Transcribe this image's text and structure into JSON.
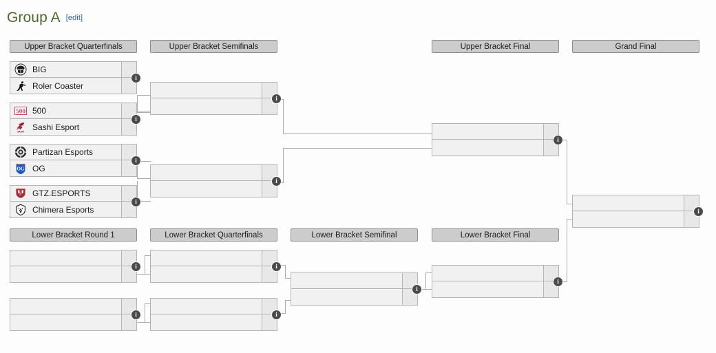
{
  "title": {
    "text": "Group A",
    "edit_label": "[edit]",
    "color": "#4a6b28",
    "edit_color": "#2a5db0"
  },
  "theme": {
    "header_bg": "#cccccc",
    "header_border": "#8d8d8d",
    "box_bg": "#f1f1f1",
    "box_border": "#b4b4b4",
    "score_bg": "#e8e8e8",
    "line_color": "#aaaaaa",
    "info_bg": "#4a4a4a"
  },
  "info_icon": {
    "glyph": "i",
    "name": "info-icon"
  },
  "rounds": [
    {
      "id": "ubqf",
      "label": "Upper Bracket Quarterfinals"
    },
    {
      "id": "ubsf",
      "label": "Upper Bracket Semifinals"
    },
    {
      "id": "ubf",
      "label": "Upper Bracket Final"
    },
    {
      "id": "gf",
      "label": "Grand Final"
    },
    {
      "id": "lbr1",
      "label": "Lower Bracket Round 1"
    },
    {
      "id": "lbqf",
      "label": "Lower Bracket Quarterfinals"
    },
    {
      "id": "lbsf",
      "label": "Lower Bracket Semifinal"
    },
    {
      "id": "lbf",
      "label": "Lower Bracket Final"
    }
  ],
  "matches": {
    "ubqf1": {
      "round": "Upper Bracket Quarterfinals",
      "top": {
        "team": "BIG",
        "logo": "big-logo",
        "score": ""
      },
      "bottom": {
        "team": "Roler Coaster",
        "logo": "roler-coaster-logo",
        "score": ""
      }
    },
    "ubqf2": {
      "round": "Upper Bracket Quarterfinals",
      "top": {
        "team": "500",
        "logo": "500-logo",
        "score": ""
      },
      "bottom": {
        "team": "Sashi Esport",
        "logo": "sashi-esport-logo",
        "score": ""
      }
    },
    "ubqf3": {
      "round": "Upper Bracket Quarterfinals",
      "top": {
        "team": "Partizan Esports",
        "logo": "partizan-esports-logo",
        "score": ""
      },
      "bottom": {
        "team": "OG",
        "logo": "og-logo",
        "score": ""
      }
    },
    "ubqf4": {
      "round": "Upper Bracket Quarterfinals",
      "top": {
        "team": "GTZ.ESPORTS",
        "logo": "gtz-esports-logo",
        "score": ""
      },
      "bottom": {
        "team": "Chimera Esports",
        "logo": "chimera-esports-logo",
        "score": ""
      }
    },
    "ubsf1": {
      "round": "Upper Bracket Semifinals",
      "top": {
        "team": "",
        "logo": "",
        "score": ""
      },
      "bottom": {
        "team": "",
        "logo": "",
        "score": ""
      }
    },
    "ubsf2": {
      "round": "Upper Bracket Semifinals",
      "top": {
        "team": "",
        "logo": "",
        "score": ""
      },
      "bottom": {
        "team": "",
        "logo": "",
        "score": ""
      }
    },
    "ubf1": {
      "round": "Upper Bracket Final",
      "top": {
        "team": "",
        "logo": "",
        "score": ""
      },
      "bottom": {
        "team": "",
        "logo": "",
        "score": ""
      }
    },
    "gf1": {
      "round": "Grand Final",
      "top": {
        "team": "",
        "logo": "",
        "score": ""
      },
      "bottom": {
        "team": "",
        "logo": "",
        "score": ""
      }
    },
    "lbr1a": {
      "round": "Lower Bracket Round 1",
      "top": {
        "team": "",
        "logo": "",
        "score": ""
      },
      "bottom": {
        "team": "",
        "logo": "",
        "score": ""
      }
    },
    "lbr1b": {
      "round": "Lower Bracket Round 1",
      "top": {
        "team": "",
        "logo": "",
        "score": ""
      },
      "bottom": {
        "team": "",
        "logo": "",
        "score": ""
      }
    },
    "lbqf1": {
      "round": "Lower Bracket Quarterfinals",
      "top": {
        "team": "",
        "logo": "",
        "score": ""
      },
      "bottom": {
        "team": "",
        "logo": "",
        "score": ""
      }
    },
    "lbqf2": {
      "round": "Lower Bracket Quarterfinals",
      "top": {
        "team": "",
        "logo": "",
        "score": ""
      },
      "bottom": {
        "team": "",
        "logo": "",
        "score": ""
      }
    },
    "lbsf1": {
      "round": "Lower Bracket Semifinal",
      "top": {
        "team": "",
        "logo": "",
        "score": ""
      },
      "bottom": {
        "team": "",
        "logo": "",
        "score": ""
      }
    },
    "lbf1": {
      "round": "Lower Bracket Final",
      "top": {
        "team": "",
        "logo": "",
        "score": ""
      },
      "bottom": {
        "team": "",
        "logo": "",
        "score": ""
      }
    }
  }
}
